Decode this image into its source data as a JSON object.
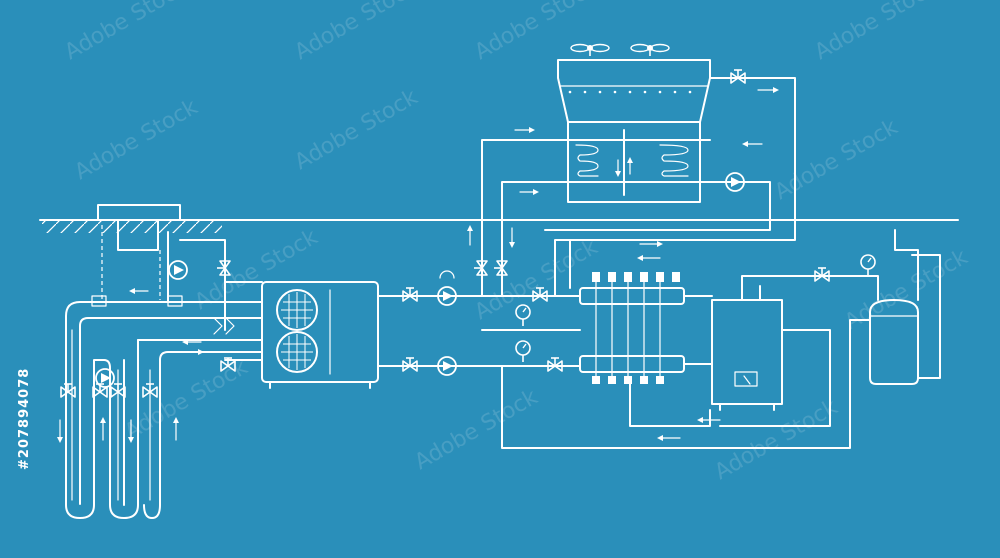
{
  "watermark": {
    "text": "Adobe Stock"
  },
  "stock_id": "#207894078",
  "colors": {
    "background": "#2a8fba",
    "line": "#ffffff"
  },
  "components": [
    {
      "name": "cooling-tower"
    },
    {
      "name": "ground-vault"
    },
    {
      "name": "ground-loop-borehole"
    },
    {
      "name": "heat-pump"
    },
    {
      "name": "distribution-manifold"
    },
    {
      "name": "boiler"
    },
    {
      "name": "storage-tank"
    },
    {
      "name": "circulation-pump"
    },
    {
      "name": "valve"
    },
    {
      "name": "pressure-gauge"
    }
  ]
}
